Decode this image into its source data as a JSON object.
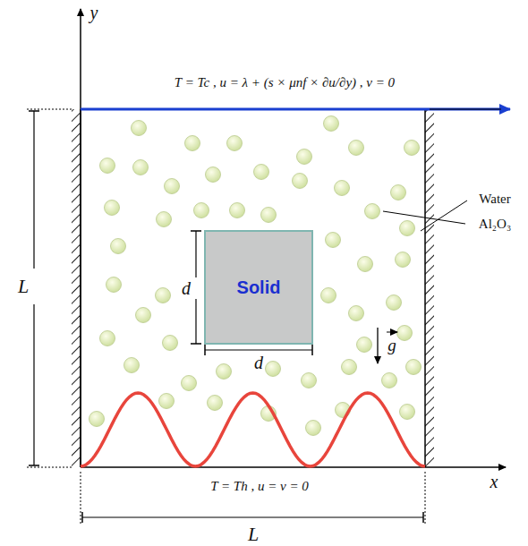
{
  "diagram": {
    "nodes": [
      {
        "text": [
          "Solid"
        ]
      }
    ],
    "labels": [
      "y",
      "T = Tc , u = λ + (s × μnf × ∂u/∂y) , v = 0",
      "Water",
      "Al₂O₃",
      "L",
      "d",
      "g",
      "d",
      "x",
      "T = Th , u = v = 0",
      "L"
    ]
  }
}
